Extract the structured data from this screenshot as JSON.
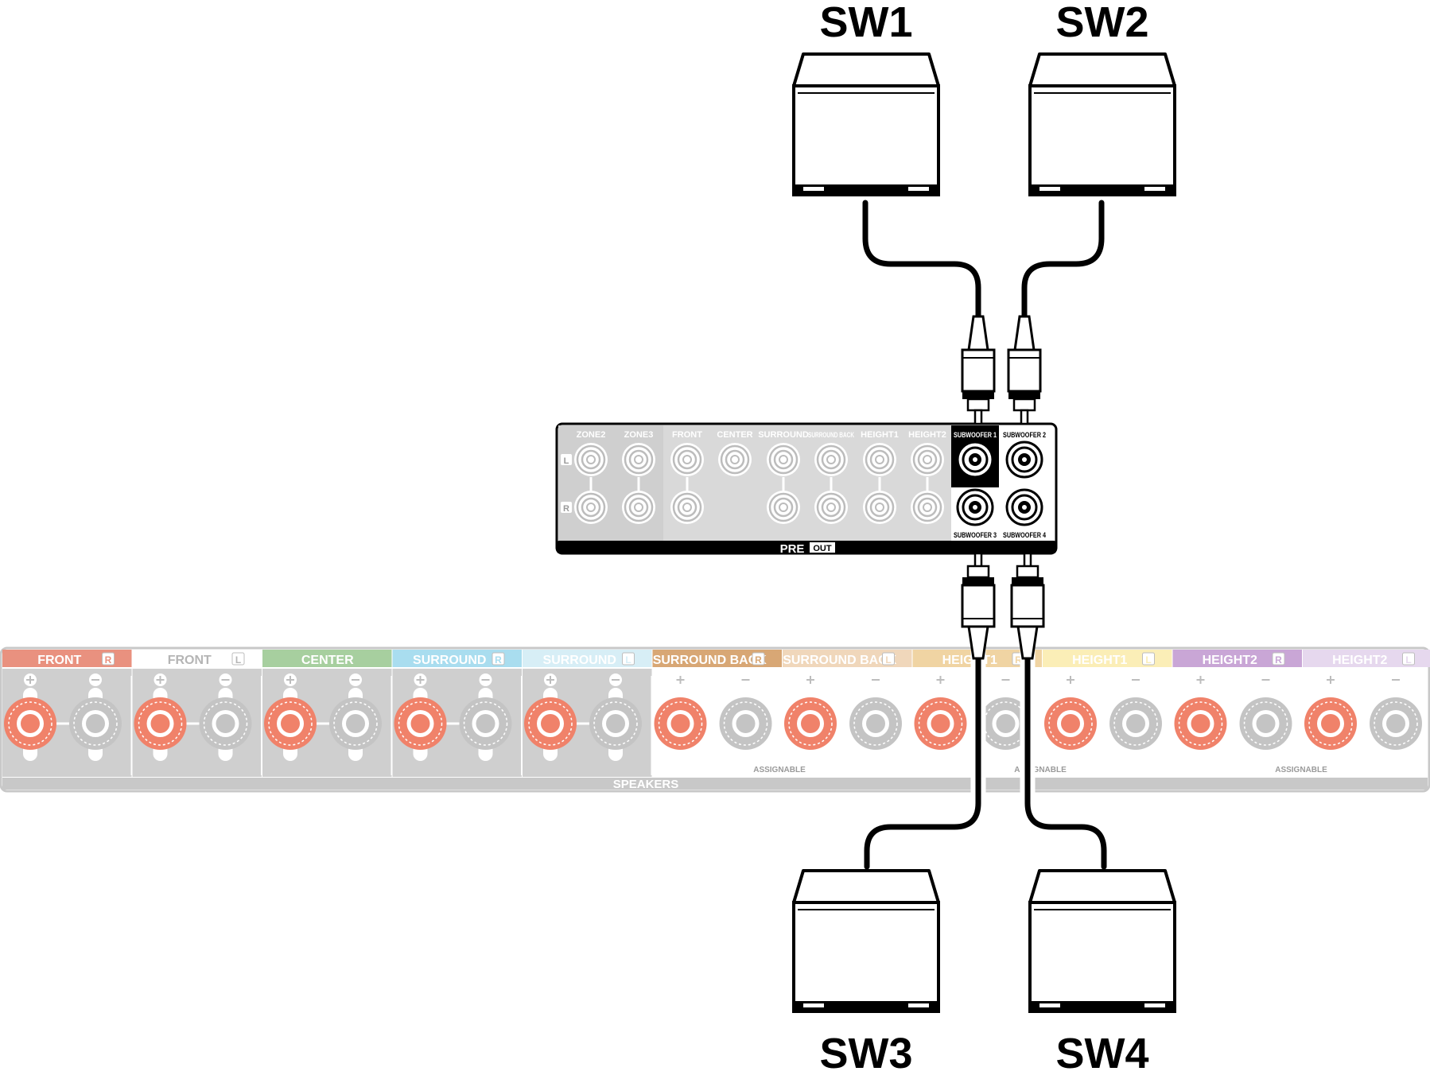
{
  "subwoofers": [
    {
      "label": "SW1"
    },
    {
      "label": "SW2"
    },
    {
      "label": "SW3"
    },
    {
      "label": "SW4"
    }
  ],
  "preout": {
    "title_pre": "PRE",
    "title_out": "OUT",
    "channel_L": "L",
    "channel_R": "R",
    "groups": [
      "ZONE2",
      "ZONE3",
      "FRONT",
      "CENTER",
      "SURROUND",
      "SURROUND BACK",
      "HEIGHT1",
      "HEIGHT2"
    ],
    "subwoofer_top": [
      "SUBWOOFER 1",
      "SUBWOOFER 2"
    ],
    "subwoofer_bottom": [
      "SUBWOOFER 3",
      "SUBWOOFER 4"
    ]
  },
  "speakers": {
    "title": "SPEAKERS",
    "assignable": "ASSIGNABLE",
    "channel_R": "R",
    "channel_L": "L",
    "sections": [
      {
        "name": "FRONT",
        "side": "R",
        "color": "#e9917f"
      },
      {
        "name": "FRONT",
        "side": "L",
        "color": "#ffffff"
      },
      {
        "name": "CENTER",
        "side": "",
        "color": "#a7cf9f"
      },
      {
        "name": "SURROUND",
        "side": "R",
        "color": "#a9ddef"
      },
      {
        "name": "SURROUND",
        "side": "L",
        "color": "#d7eef6"
      },
      {
        "name": "SURROUND BACK",
        "side": "R",
        "color": "#d8a775"
      },
      {
        "name": "SURROUND BACK",
        "side": "L",
        "color": "#f0d7bb"
      },
      {
        "name": "HEIGHT1",
        "side": "R",
        "color": "#f0d4a3"
      },
      {
        "name": "HEIGHT1",
        "side": "L",
        "color": "#fbeeb7"
      },
      {
        "name": "HEIGHT2",
        "side": "R",
        "color": "#c9a6d6"
      },
      {
        "name": "HEIGHT2",
        "side": "L",
        "color": "#e6d8ee"
      }
    ]
  },
  "colors": {
    "terminal_red": "#f0826a",
    "panel_gray": "#cfcfcf",
    "line": "#000000"
  }
}
